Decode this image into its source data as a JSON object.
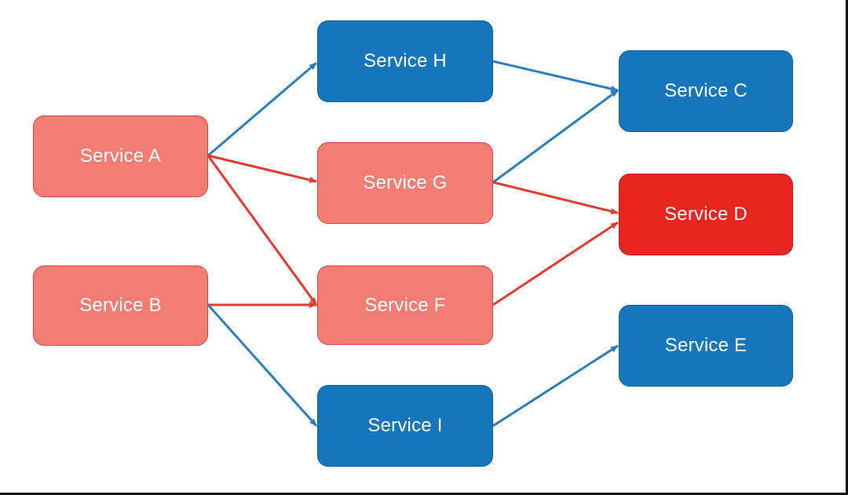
{
  "colors": {
    "failing_fill": "#f47d73",
    "healthy_fill": "#1676bb",
    "root_failure_fill": "#e8251f",
    "failing_edge": "#e53a2f",
    "healthy_edge": "#2a7fc0"
  },
  "nodes": {
    "a": {
      "label": "Service A",
      "status": "failing"
    },
    "b": {
      "label": "Service B",
      "status": "failing"
    },
    "h": {
      "label": "Service H",
      "status": "healthy"
    },
    "g": {
      "label": "Service G",
      "status": "failing"
    },
    "f": {
      "label": "Service F",
      "status": "failing"
    },
    "i": {
      "label": "Service I",
      "status": "healthy"
    },
    "c": {
      "label": "Service C",
      "status": "healthy"
    },
    "d": {
      "label": "Service D",
      "status": "root-failure"
    },
    "e": {
      "label": "Service E",
      "status": "healthy"
    }
  },
  "edges": [
    {
      "from": "Service A",
      "to": "Service H",
      "status": "healthy"
    },
    {
      "from": "Service A",
      "to": "Service G",
      "status": "failing"
    },
    {
      "from": "Service A",
      "to": "Service F",
      "status": "failing"
    },
    {
      "from": "Service B",
      "to": "Service F",
      "status": "failing"
    },
    {
      "from": "Service B",
      "to": "Service I",
      "status": "healthy"
    },
    {
      "from": "Service H",
      "to": "Service C",
      "status": "healthy"
    },
    {
      "from": "Service G",
      "to": "Service C",
      "status": "healthy"
    },
    {
      "from": "Service G",
      "to": "Service D",
      "status": "failing"
    },
    {
      "from": "Service F",
      "to": "Service D",
      "status": "failing"
    },
    {
      "from": "Service I",
      "to": "Service E",
      "status": "healthy"
    }
  ]
}
